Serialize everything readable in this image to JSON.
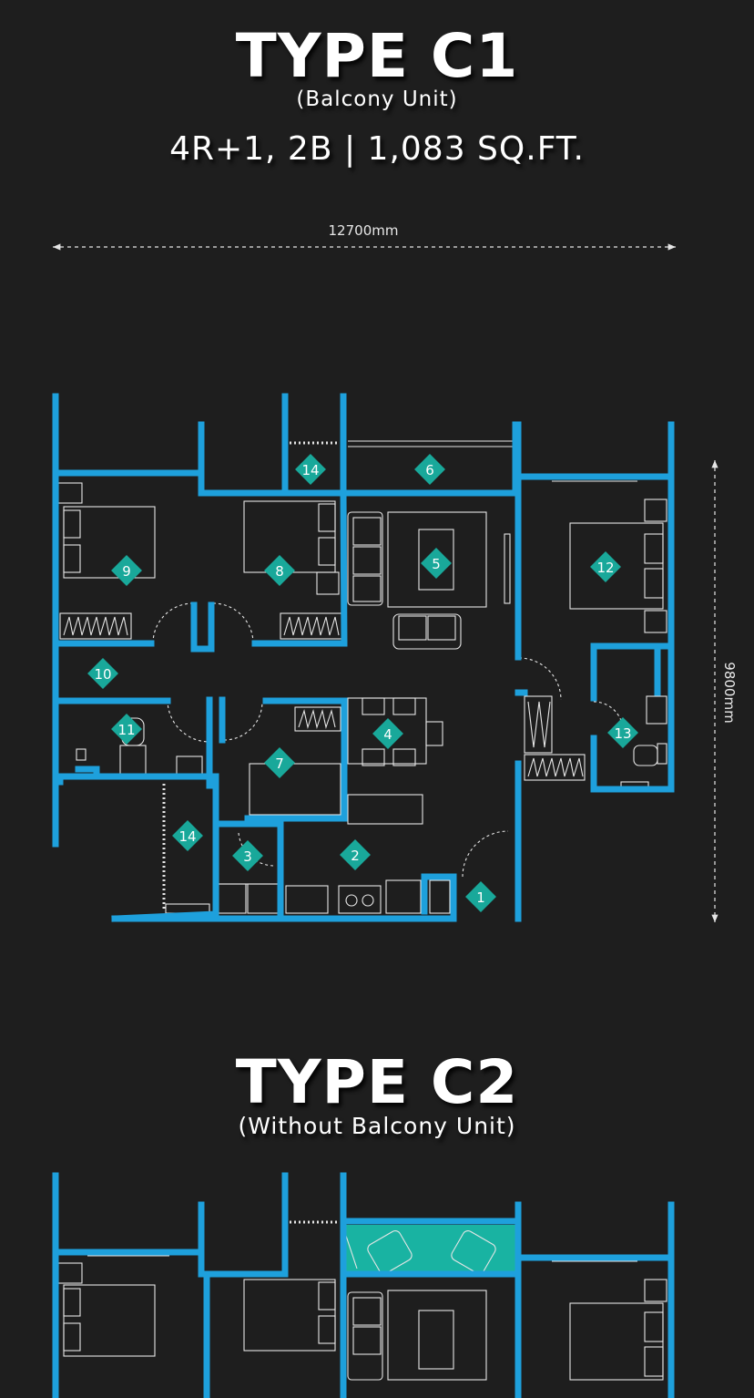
{
  "type_c1": {
    "title": "TYPE C1",
    "subtitle": "(Balcony Unit)",
    "spec": "4R+1, 2B | 1,083 SQ.FT.",
    "width_label": "12700mm",
    "depth_label": "9800mm",
    "room_markers": [
      "1",
      "2",
      "3",
      "4",
      "5",
      "6",
      "7",
      "8",
      "9",
      "10",
      "11",
      "12",
      "13",
      "14",
      "14"
    ]
  },
  "type_c2": {
    "title": "TYPE C2",
    "subtitle": "(Without Balcony Unit)"
  },
  "colors": {
    "background": "#1e1e1e",
    "wall": "#1ea0dc",
    "marker": "#19a89a",
    "highlight": "#19b3a2",
    "line": "#e6e6e6"
  },
  "icons": {
    "room_marker": "diamond-number-marker",
    "dimension_arrow": "dashed-dimension-arrow"
  }
}
